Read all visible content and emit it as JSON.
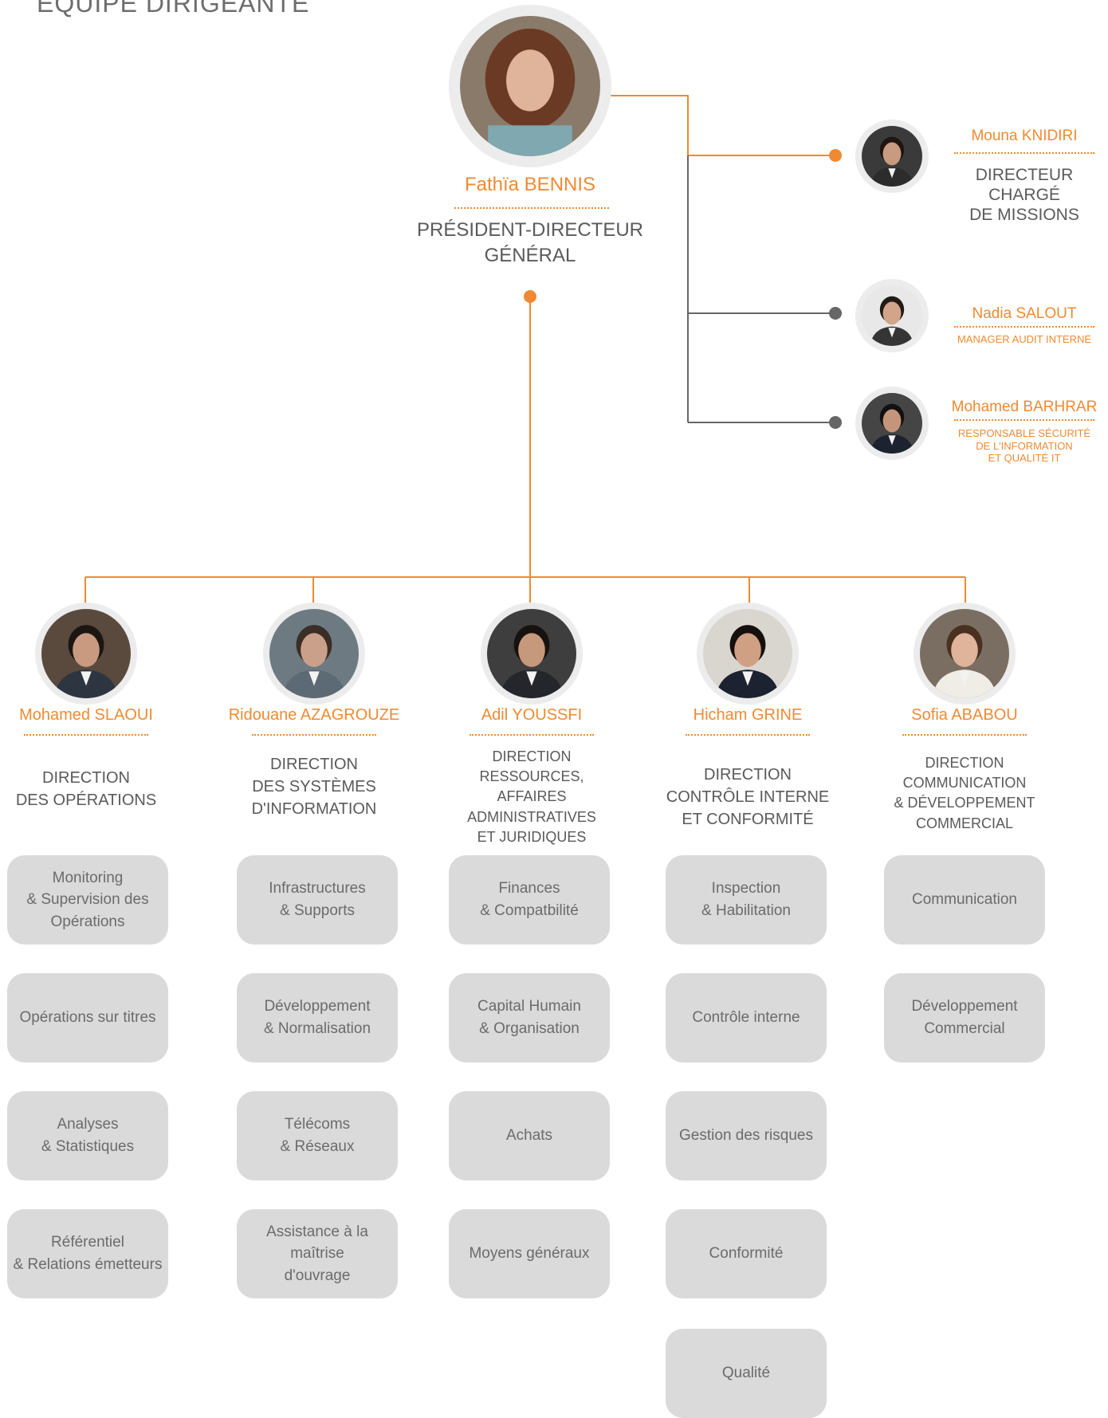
{
  "title": "ÉQUIPE DIRIGEANTE",
  "colors": {
    "accent": "#f08a32",
    "gray_line": "#666666",
    "box": "#dadada"
  },
  "president": {
    "name": "Fathïa BENNIS",
    "role_line1": "PRÉSIDENT-DIRECTEUR",
    "role_line2": "GÉNÉRAL"
  },
  "advisors": [
    {
      "name": "Mouna KNIDIRI",
      "role_lines": [
        "DIRECTEUR CHARGÉ",
        "DE MISSIONS"
      ]
    },
    {
      "name": "Nadia SALOUT",
      "role_lines": [
        "MANAGER AUDIT INTERNE"
      ]
    },
    {
      "name": "Mohamed BARHRAR",
      "role_lines": [
        "RESPONSABLE SÉCURITÉ",
        "DE L'INFORMATION",
        "ET QUALITÉ IT"
      ]
    }
  ],
  "directors": [
    {
      "name": "Mohamed SLAOUI",
      "role_lines": [
        "DIRECTION",
        "DES OPÉRATIONS"
      ],
      "units": [
        [
          "Monitoring",
          "& Supervision des",
          "Opérations"
        ],
        [
          "Opérations sur titres"
        ],
        [
          "Analyses",
          "& Statistiques"
        ],
        [
          "Référentiel",
          "& Relations émetteurs"
        ]
      ]
    },
    {
      "name": "Ridouane AZAGROUZE",
      "role_lines": [
        "DIRECTION",
        "DES SYSTÈMES",
        "D'INFORMATION"
      ],
      "units": [
        [
          "Infrastructures",
          "& Supports"
        ],
        [
          "Développement",
          "& Normalisation"
        ],
        [
          "Télécoms",
          "& Réseaux"
        ],
        [
          "Assistance à la maîtrise",
          "d'ouvrage"
        ]
      ]
    },
    {
      "name": "Adil YOUSSFI",
      "role_lines": [
        "DIRECTION",
        "RESSOURCES,",
        "AFFAIRES",
        "ADMINISTRATIVES",
        "ET JURIDIQUES"
      ],
      "units": [
        [
          "Finances",
          "& Compatbilité"
        ],
        [
          "Capital Humain",
          "& Organisation"
        ],
        [
          "Achats"
        ],
        [
          "Moyens généraux"
        ]
      ]
    },
    {
      "name": "Hicham GRINE",
      "role_lines": [
        "DIRECTION",
        "CONTRÔLE INTERNE",
        "ET CONFORMITÉ"
      ],
      "units": [
        [
          "Inspection",
          "& Habilitation"
        ],
        [
          "Contrôle interne"
        ],
        [
          "Gestion des risques"
        ],
        [
          "Conformité"
        ],
        [
          "Qualité"
        ]
      ]
    },
    {
      "name": "Sofia ABABOU",
      "role_lines": [
        "DIRECTION",
        "COMMUNICATION",
        "& DÉVELOPPEMENT",
        "COMMERCIAL"
      ],
      "units": [
        [
          "Communication"
        ],
        [
          "Développement",
          "Commercial"
        ]
      ]
    }
  ]
}
